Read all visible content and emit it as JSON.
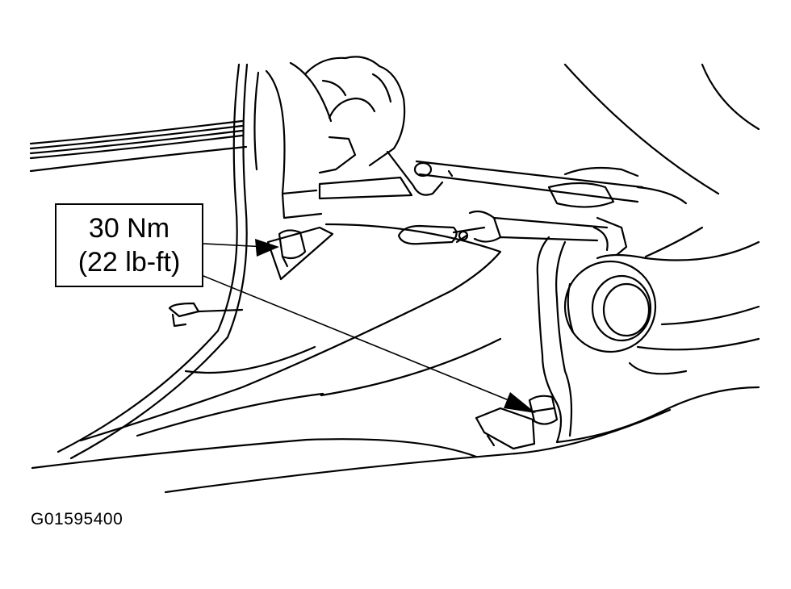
{
  "callout": {
    "torque_metric": "30 Nm",
    "torque_imperial": "(22 lb-ft)"
  },
  "figure_id": "G01595400",
  "colors": {
    "line": "#000000",
    "background": "#ffffff"
  }
}
